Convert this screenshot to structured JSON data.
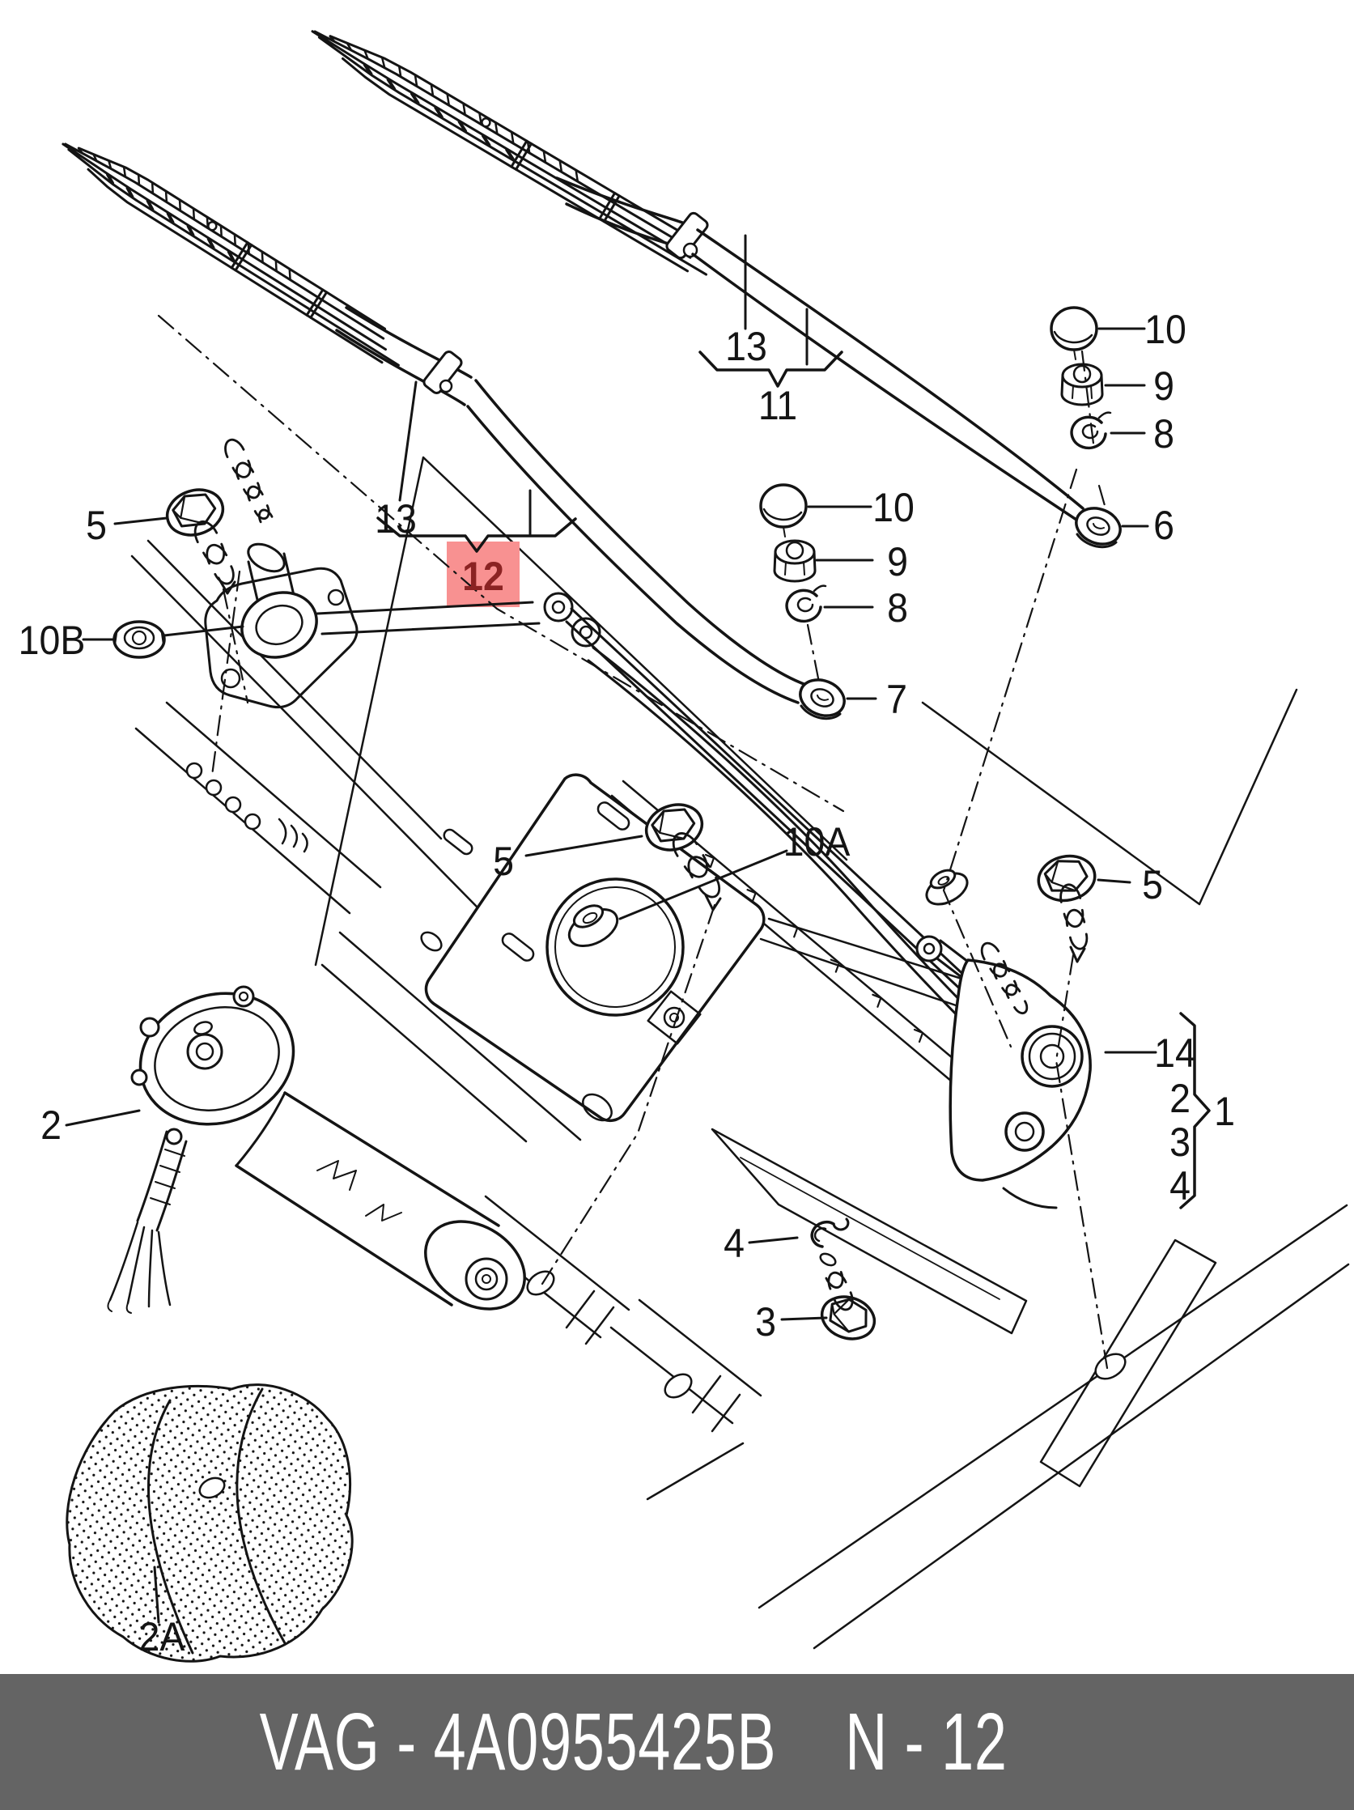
{
  "labels": {
    "bolt5_left": "5",
    "nut10B": "10B",
    "blade13_left": "13",
    "assembly12": "12",
    "blade13_top": "13",
    "assembly11": "11",
    "cap10_right": "10",
    "nut9_right": "9",
    "washer8_right": "8",
    "arm6": "6",
    "cap10_left": "10",
    "nut9_left": "9",
    "washer8_left": "8",
    "arm7": "7",
    "grommet10A": "10A",
    "bolt5_mid": "5",
    "bolt5_right": "5",
    "motor2": "2",
    "foam2A": "2A",
    "bearing14": "14",
    "item2": "2",
    "item3": "3",
    "item4": "4",
    "group1": "1",
    "washer4": "4",
    "bolt3": "3"
  },
  "footer": {
    "left": "VAG - 4A0955425B",
    "right": "N - 12"
  },
  "colors": {
    "line": "#141414",
    "background": "#ffffff",
    "highlight_bg": "#f89191",
    "highlight_text": "#8b2323",
    "footer_bg": "#646464",
    "footer_text": "#ffffff"
  }
}
